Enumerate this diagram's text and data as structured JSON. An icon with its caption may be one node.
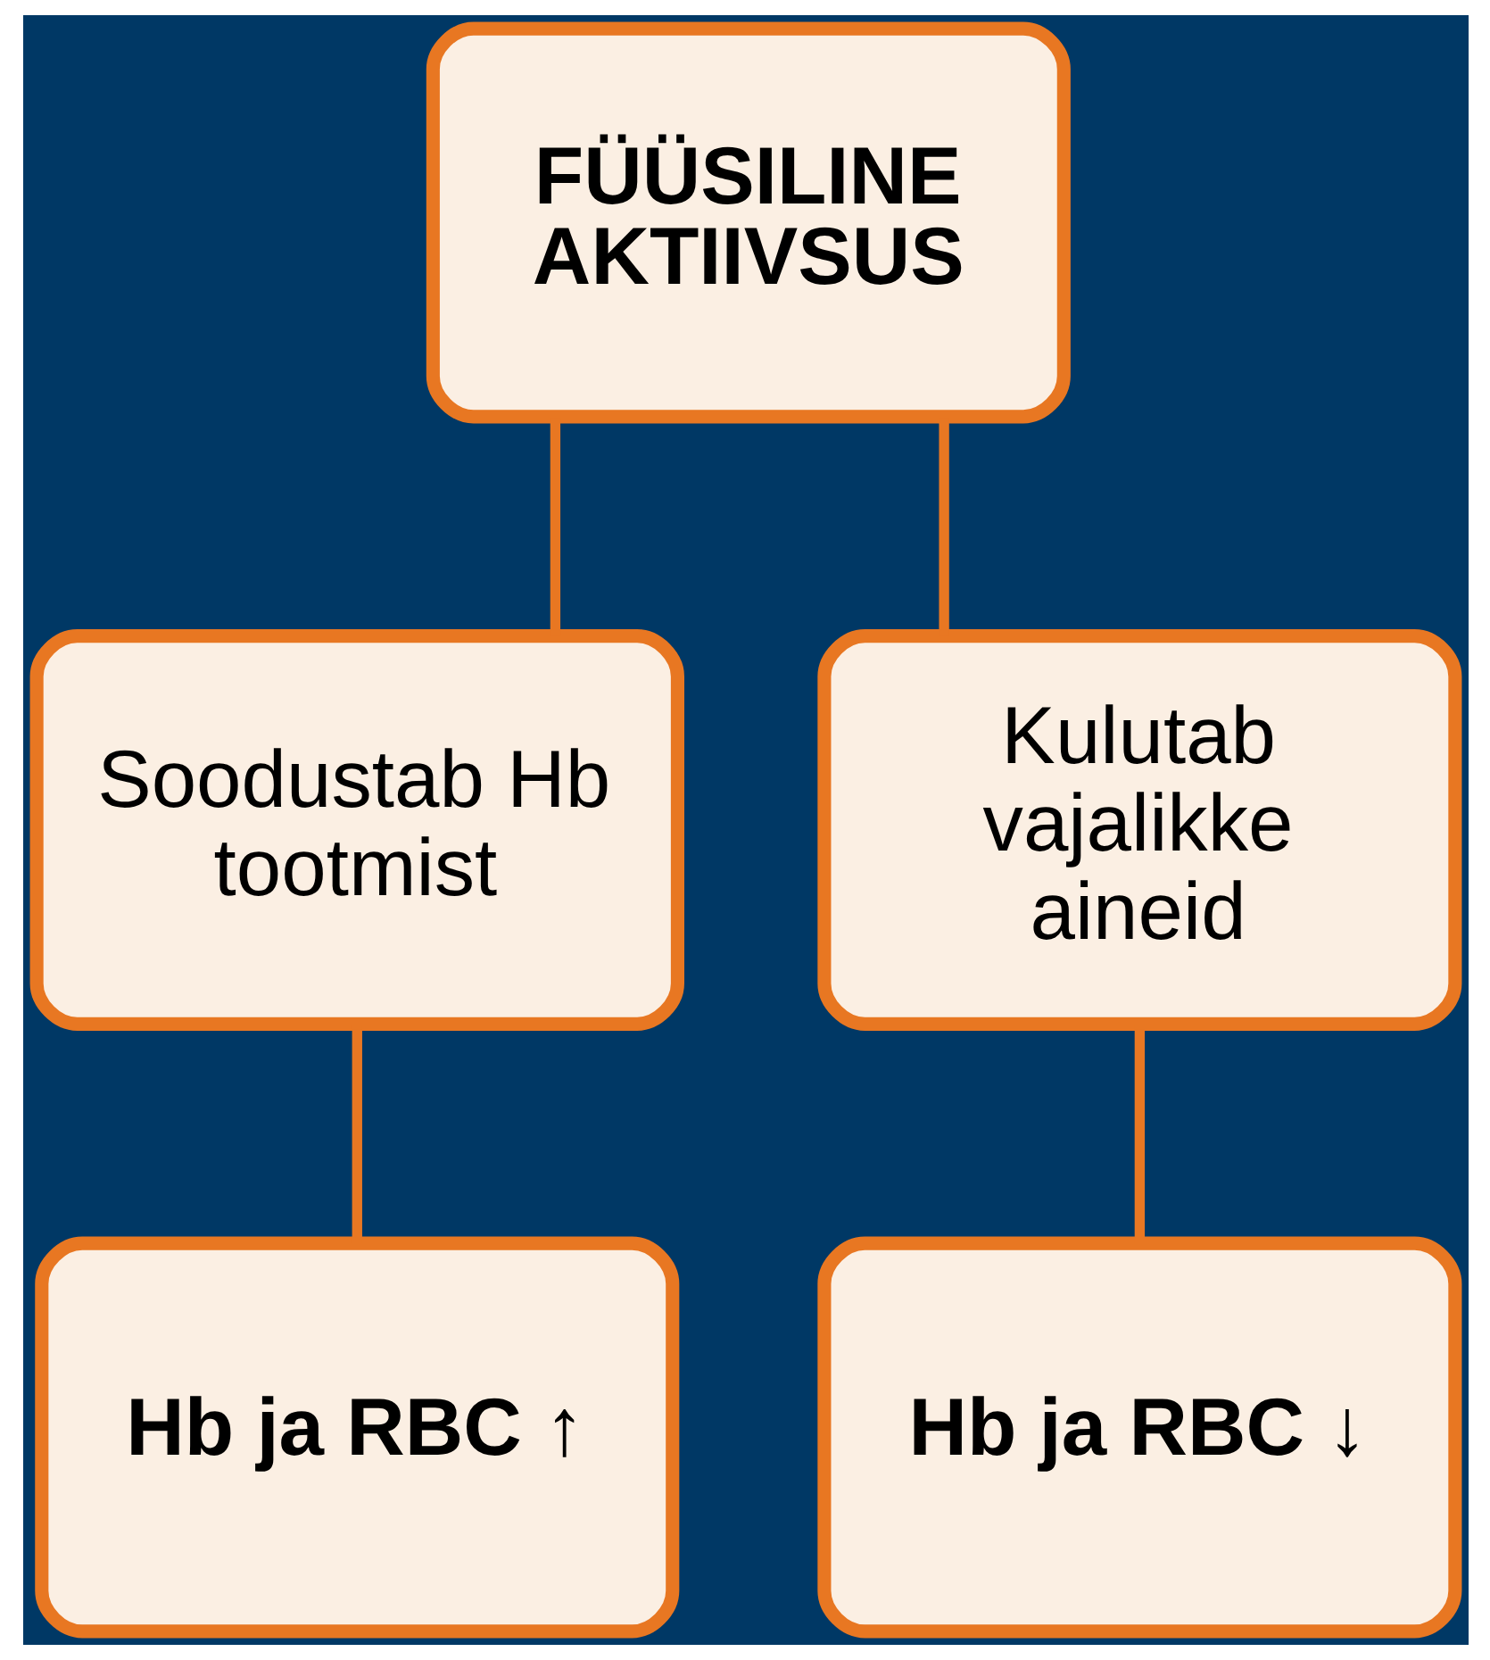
{
  "diagram": {
    "nodes": [
      {
        "text": [
          "FÜÜSILINE AKTIIVSUS"
        ]
      },
      {
        "text": [
          "Soodustab Hb tootmist"
        ]
      },
      {
        "text": [
          "Kulutab vajalikke aineid"
        ]
      },
      {
        "text": [
          "Hb ja RBC ↑"
        ]
      },
      {
        "text": [
          "Hb ja RBC ↓"
        ]
      }
    ],
    "edges": [
      {
        "from": 0,
        "to": 1,
        "arrow": "none"
      },
      {
        "from": 0,
        "to": 2,
        "arrow": "none"
      },
      {
        "from": 1,
        "to": 3,
        "arrow": "none"
      },
      {
        "from": 2,
        "to": 4,
        "arrow": "none"
      }
    ]
  }
}
